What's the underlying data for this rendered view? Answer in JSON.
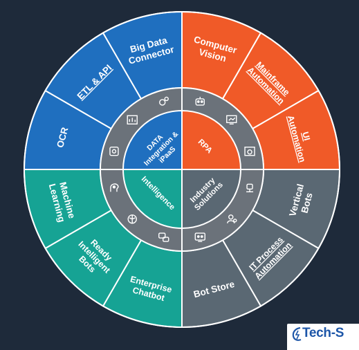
{
  "colors": {
    "background": "#1e2a3a",
    "data_integration": "#1f6fbf",
    "rpa": "#f05a28",
    "intelligence": "#16a394",
    "industry": "#5a6873",
    "ring": "#6b727a",
    "divider": "#ffffff",
    "brand": "#1d56a8"
  },
  "wheel": {
    "quadrants": [
      {
        "id": "data",
        "center_label": [
          "DATA",
          "Integration &",
          "iPaaS"
        ],
        "color": "#1f6fbf",
        "ring_icons": [
          "ocr-icon",
          "chart-icon",
          "gears-icon"
        ],
        "segments": [
          {
            "label": [
              "OCR"
            ],
            "underline": false
          },
          {
            "label": [
              "ETL & API"
            ],
            "underline": true
          },
          {
            "label": [
              "Big Data",
              "Connector"
            ],
            "underline": false
          }
        ]
      },
      {
        "id": "rpa",
        "center_label": [
          "RPA"
        ],
        "color": "#f05a28",
        "ring_icons": [
          "robot-icon",
          "monitor-icon",
          "gear-window-icon"
        ],
        "segments": [
          {
            "label": [
              "Computer",
              "Vision"
            ],
            "underline": false
          },
          {
            "label": [
              "Mainframe",
              "Automation"
            ],
            "underline": true
          },
          {
            "label": [
              "UI",
              "Automation"
            ],
            "underline": true
          }
        ]
      },
      {
        "id": "industry",
        "center_label": [
          "Industry",
          "Solutions"
        ],
        "color": "#5a6873",
        "ring_icons": [
          "bot-network-icon",
          "user-settings-icon",
          "robot-screen-icon"
        ],
        "segments": [
          {
            "label": [
              "Vertical",
              "Bots"
            ],
            "underline": false
          },
          {
            "label": [
              "IT Process",
              "Automation"
            ],
            "underline": true
          },
          {
            "label": [
              "Bot Store"
            ],
            "underline": false
          }
        ]
      },
      {
        "id": "intelligence",
        "center_label": [
          "Intelligence"
        ],
        "color": "#16a394",
        "ring_icons": [
          "chat-bot-icon",
          "brain-icon",
          "ai-head-icon"
        ],
        "segments": [
          {
            "label": [
              "Enterprise",
              "Chatbot"
            ],
            "underline": false
          },
          {
            "label": [
              "Ready",
              "Intelligent",
              "Bots"
            ],
            "underline": false
          },
          {
            "label": [
              "Machine",
              "Learning"
            ],
            "underline": false
          }
        ]
      }
    ]
  },
  "brand": {
    "text": "Tech-S",
    "icon": "tech-logo-icon"
  }
}
